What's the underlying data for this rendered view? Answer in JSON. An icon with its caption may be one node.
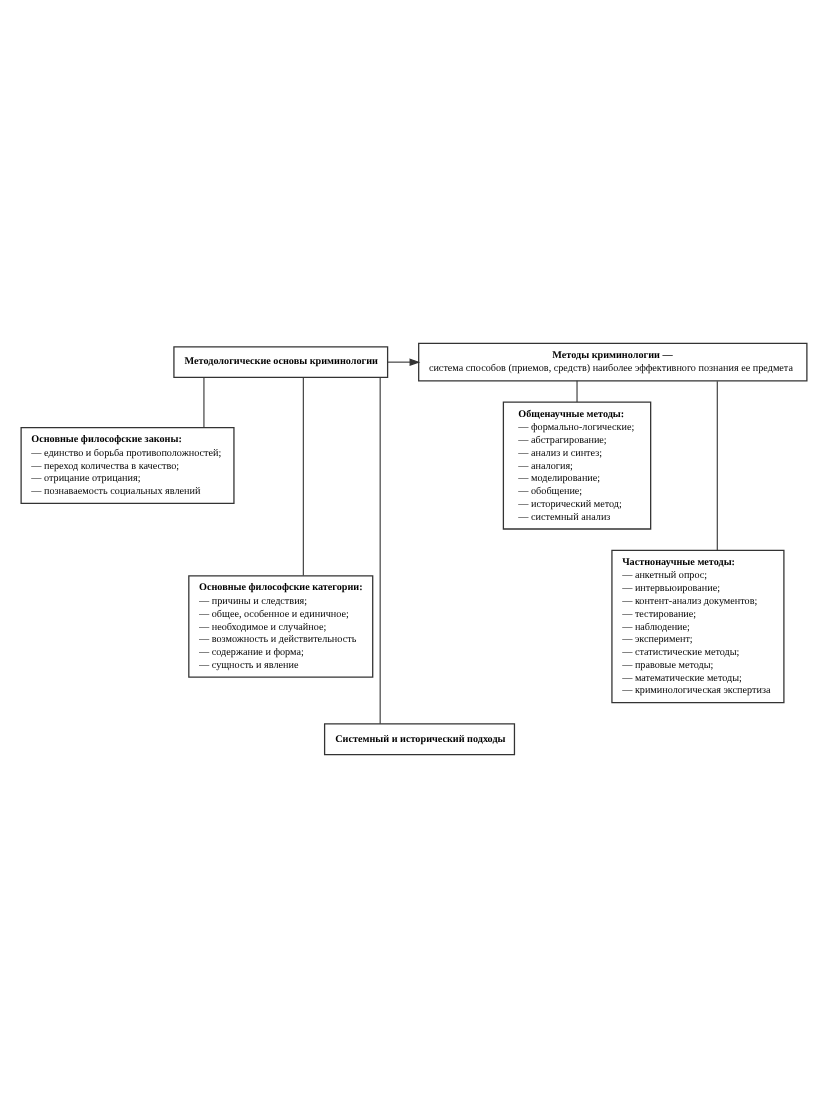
{
  "diagram": {
    "nodes": [
      {
        "text": [
          "Методологические основы криминологии"
        ]
      },
      {
        "text": [
          "Методы криминологии —",
          "система способов (приемов, средств) наиболее эффективного познания ее предмета"
        ]
      },
      {
        "text": [
          "Основные философские законы:",
          "— единство и борьба противоположностей;",
          "— переход количества в качество;",
          "— отрицание отрицания;",
          "— познаваемость социальных явлений"
        ]
      },
      {
        "text": [
          "Общенаучные методы:",
          "— формально-логические;",
          "— абстрагирование;",
          "— анализ и синтез;",
          "— аналогия;",
          "— моделирование;",
          "— обобщение;",
          "— исторический метод;",
          "— системный анализ"
        ]
      },
      {
        "text": [
          "Основные философские категории:",
          "— причины и следствия;",
          "— общее, особенное и единичное;",
          "— необходимое и случайное;",
          "— возможность и действительность",
          "— содержание и форма;",
          "— сущность и явление"
        ]
      },
      {
        "text": [
          "Частнонаучные методы:",
          "— анкетный опрос;",
          "— интервьюирование;",
          "— контент-анализ документов;",
          "— тестирование;",
          "— наблюдение;",
          "— эксперимент;",
          "— статистические методы;",
          "— правовые методы;",
          "— математические методы;",
          "— криминологическая экспертиза"
        ]
      },
      {
        "text": [
          "Системный и исторический подходы"
        ]
      }
    ],
    "edges": [
      {
        "from": 0,
        "to": 1,
        "arrow": "to"
      },
      {
        "from": 0,
        "to": 2,
        "arrow": "none"
      },
      {
        "from": 0,
        "to": 4,
        "arrow": "none"
      },
      {
        "from": 0,
        "to": 6,
        "arrow": "none"
      },
      {
        "from": 1,
        "to": 3,
        "arrow": "none"
      },
      {
        "from": 1,
        "to": 5,
        "arrow": "none"
      }
    ]
  }
}
